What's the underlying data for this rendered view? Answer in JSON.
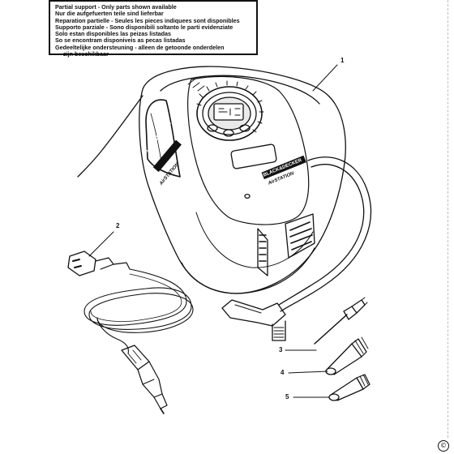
{
  "notice": {
    "lines": [
      "Partial support - Only parts shown available",
      "Nur die aufgefuerten teile sind lieferbar",
      "Reparation partielle - Seules les pieces indiquees sont disponibles",
      "Supporto parziale - Sono disponibili soltanto le parti evidenziate",
      "Solo estan disponibles las peizas listadas",
      "So se encontram disponiveis as pecas listadas",
      "Gedeeltelijke ondersteuning - alleen de getoonde onderdelen",
      "zijn beschikbaar"
    ]
  },
  "brand": {
    "logo": "BLACK&DECKER",
    "product": "AirSTATION"
  },
  "callouts": [
    "1",
    "2",
    "3",
    "4",
    "5"
  ],
  "copyright": "©"
}
